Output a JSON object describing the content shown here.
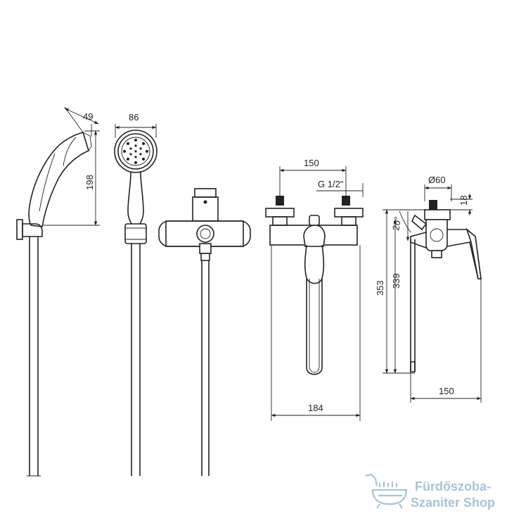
{
  "dimensions": {
    "handshower_head_width": "49",
    "handshower_head_diameter": "86",
    "handshower_length": "198",
    "inlet_spacing": "150",
    "thread_size": "G 1/2\"",
    "body_diameter": "Ø60",
    "eccentric_height": "18",
    "tilt_angle": "20°",
    "total_height": "353",
    "spout_height": "339",
    "spout_projection": "150",
    "overall_width": "184"
  },
  "watermark": {
    "line1": "Fürdőszoba-",
    "line2": "Szaniter Shop"
  },
  "colors": {
    "line": "#222222",
    "watermark": "#9bb9cf"
  }
}
